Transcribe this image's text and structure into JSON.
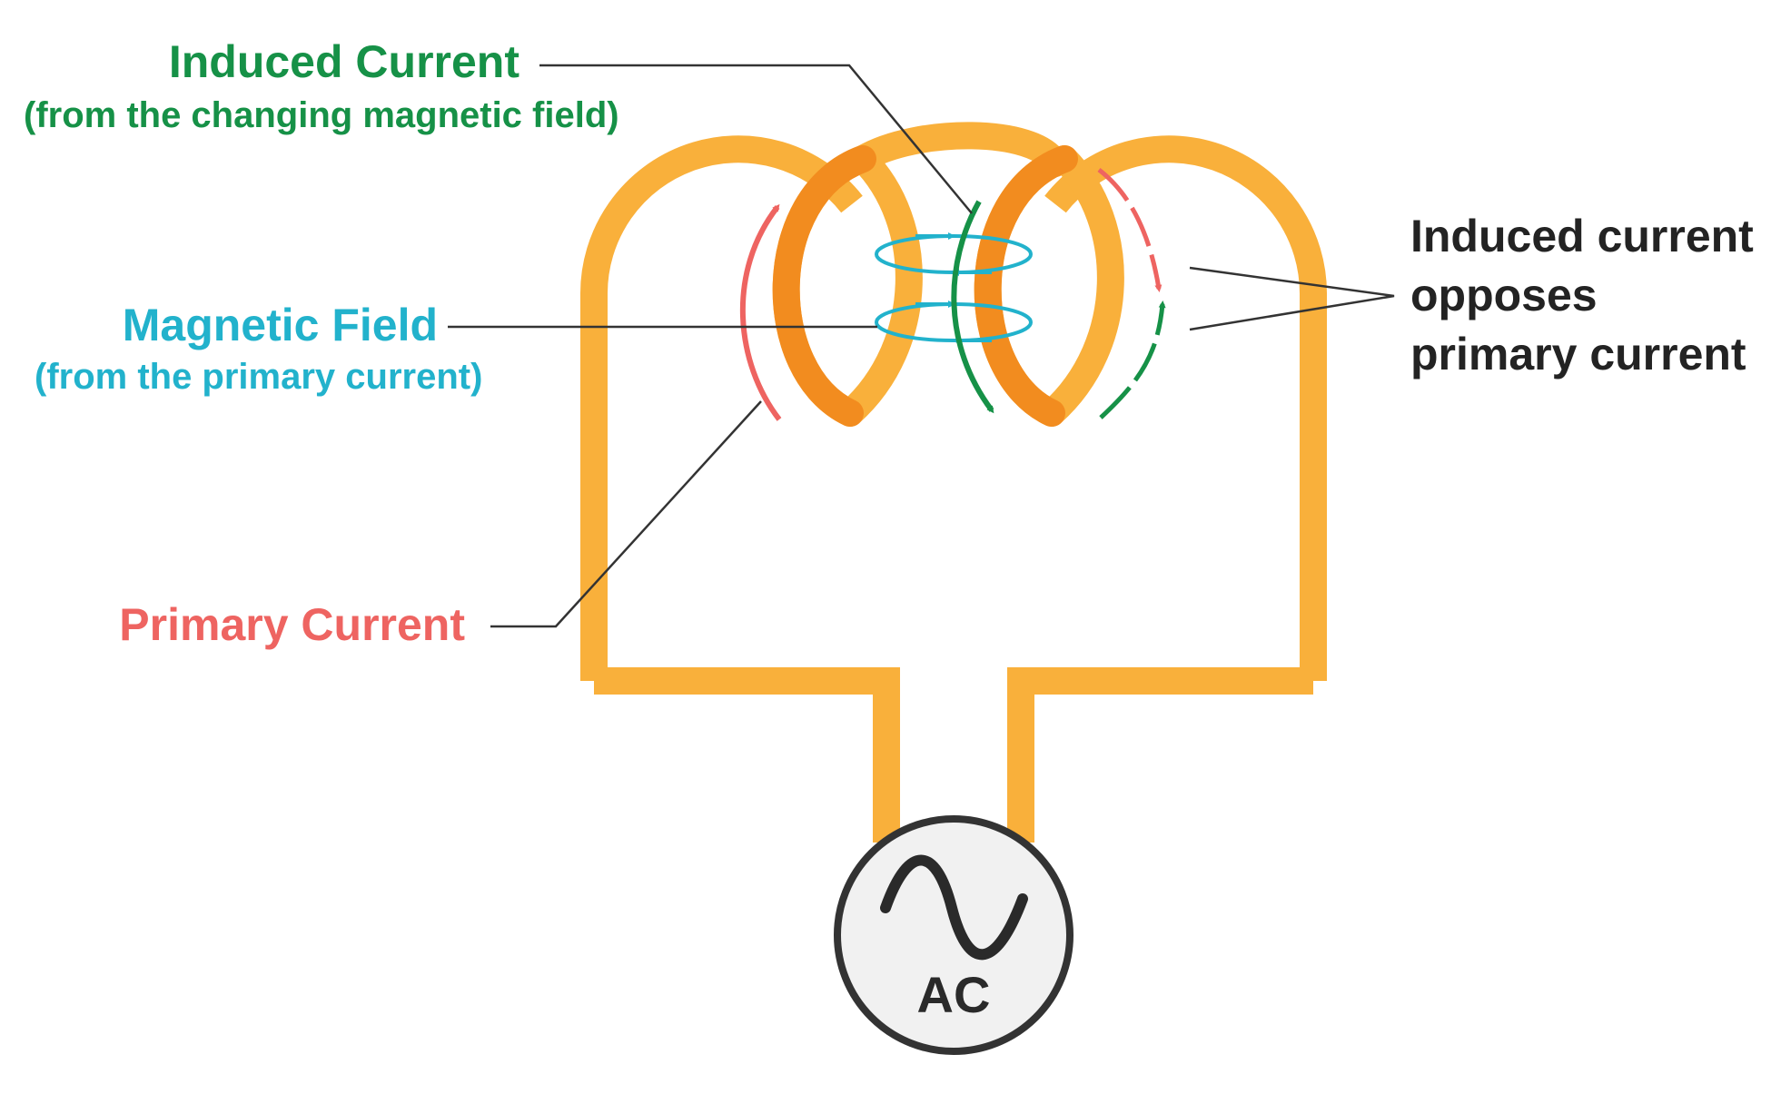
{
  "labels": {
    "induced_title": "Induced Current",
    "induced_sub": "(from the changing magnetic field)",
    "field_title": "Magnetic Field",
    "field_sub": "(from the primary current)",
    "primary": "Primary Current",
    "opposes_lines": [
      "Induced current",
      "opposes",
      "primary current"
    ],
    "source": "AC"
  },
  "colors": {
    "wire": "#f9b03b",
    "coil_inner": "#f28c1f",
    "induced": "#169147",
    "field": "#22b2cc",
    "primary": "#ee6461",
    "text_dark": "#232323",
    "source_fill": "#f1f1f1",
    "source_stroke": "#333333"
  },
  "icons": {
    "source_symbol": "sine-wave-icon"
  }
}
